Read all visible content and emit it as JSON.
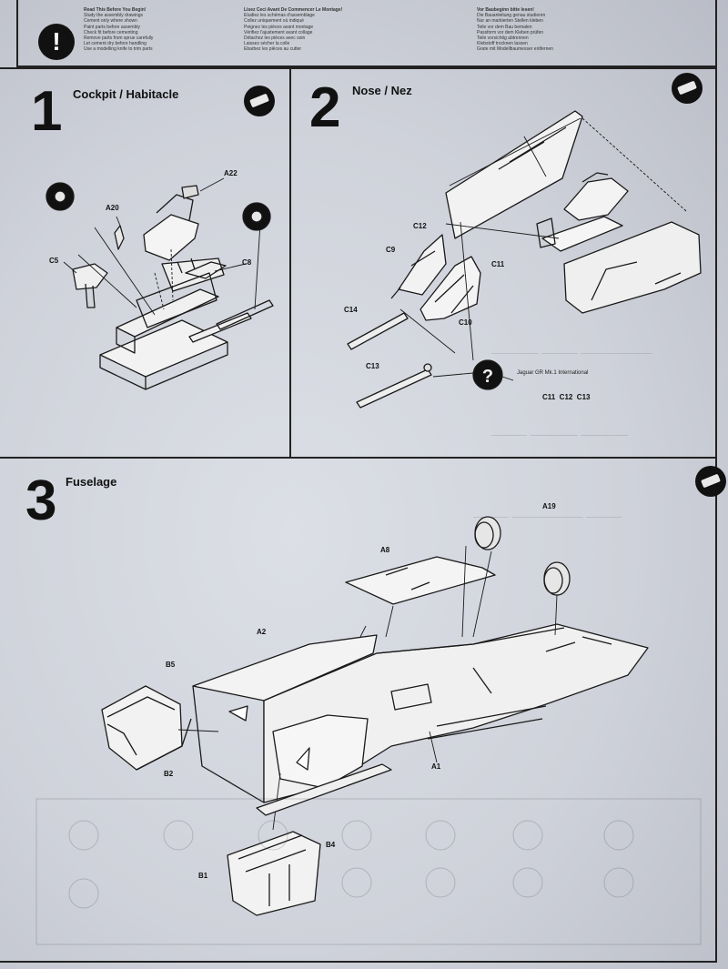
{
  "header": {
    "note_columns": [
      [
        "Read This Before You Begin!",
        "Study the assembly drawings",
        "Cement only where shown",
        "Paint parts before assembly",
        "Check fit before cementing",
        "Remove parts from sprue carefully",
        "Let cement dry before handling",
        "Use a modelling knife to trim parts"
      ],
      [
        "Lisez Ceci Avant De Commencer Le Montage!",
        "Etudiez les schémas d'assemblage",
        "Collez uniquement où indiqué",
        "Peignez les pièces avant montage",
        "Vérifiez l'ajustement avant collage",
        "Détachez les pièces avec soin",
        "Laissez sécher la colle",
        "Ebarbez les pièces au cutter"
      ],
      [
        "Vor Baubeginn bitte lesen!",
        "Die Bauanleitung genau studieren",
        "Nur an markierten Stellen kleben",
        "Teile vor dem Bau bemalen",
        "Passform vor dem Kleben prüfen",
        "Teile vorsichtig abtrennen",
        "Klebstoff trocknen lassen",
        "Grate mit Modellbaumesser entfernen"
      ]
    ]
  },
  "steps": [
    {
      "number": "1",
      "title": "Cockpit / Habitacle"
    },
    {
      "number": "2",
      "title": "Nose / Nez"
    },
    {
      "number": "3",
      "title": "Fuselage"
    }
  ],
  "step1_parts": [
    "A22",
    "A20",
    "C5",
    "C8"
  ],
  "step2_parts": [
    "C12",
    "C9",
    "C11",
    "C14",
    "C10",
    "C13"
  ],
  "step2_option": {
    "title": "Jaguar GR Mk.1 International",
    "parts": "C11  C12  C13"
  },
  "step3_parts": [
    "A19",
    "A8",
    "A2",
    "B5",
    "B2",
    "A1",
    "B1",
    "B4"
  ],
  "icons": {
    "warning": "exclamation-icon",
    "glue": "cement-tube-icon",
    "question": "question-icon"
  }
}
